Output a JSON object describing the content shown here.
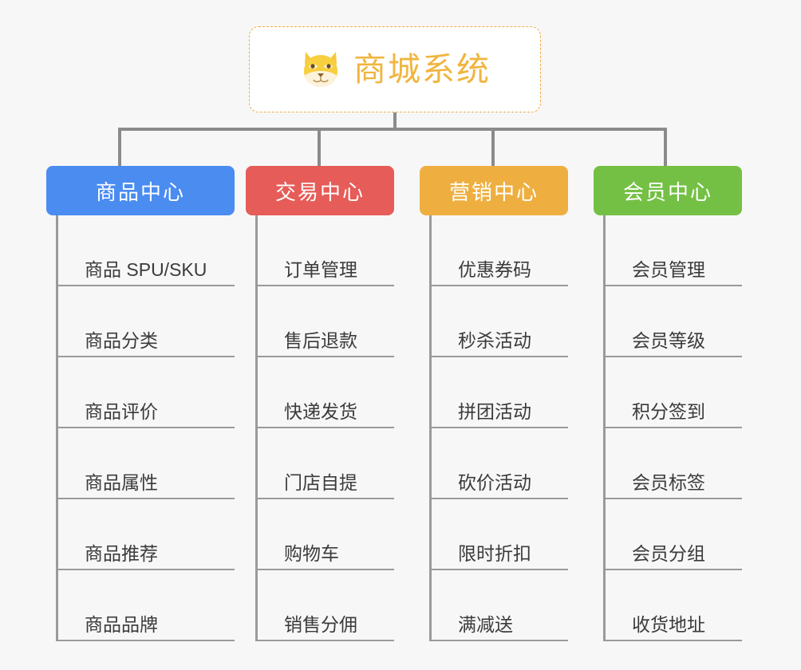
{
  "page": {
    "background_color": "#f7f7f7",
    "type": "mindmap"
  },
  "root": {
    "title": "商城系统",
    "icon": "shiba-dog-emoji",
    "border_color": "#edab45",
    "text_color": "#f0b53f"
  },
  "branches": [
    {
      "id": "product-center",
      "label": "商品中心",
      "color": "#4a8cf0",
      "items": [
        "商品 SPU/SKU",
        "商品分类",
        "商品评价",
        "商品属性",
        "商品推荐",
        "商品品牌"
      ]
    },
    {
      "id": "trade-center",
      "label": "交易中心",
      "color": "#e65c58",
      "items": [
        "订单管理",
        "售后退款",
        "快递发货",
        "门店自提",
        "购物车",
        "销售分佣"
      ]
    },
    {
      "id": "marketing-center",
      "label": "营销中心",
      "color": "#eeaf40",
      "items": [
        "优惠券码",
        "秒杀活动",
        "拼团活动",
        "砍价活动",
        "限时折扣",
        "满减送"
      ]
    },
    {
      "id": "member-center",
      "label": "会员中心",
      "color": "#74c044",
      "items": [
        "会员管理",
        "会员等级",
        "积分签到",
        "会员标签",
        "会员分组",
        "收货地址"
      ]
    }
  ]
}
